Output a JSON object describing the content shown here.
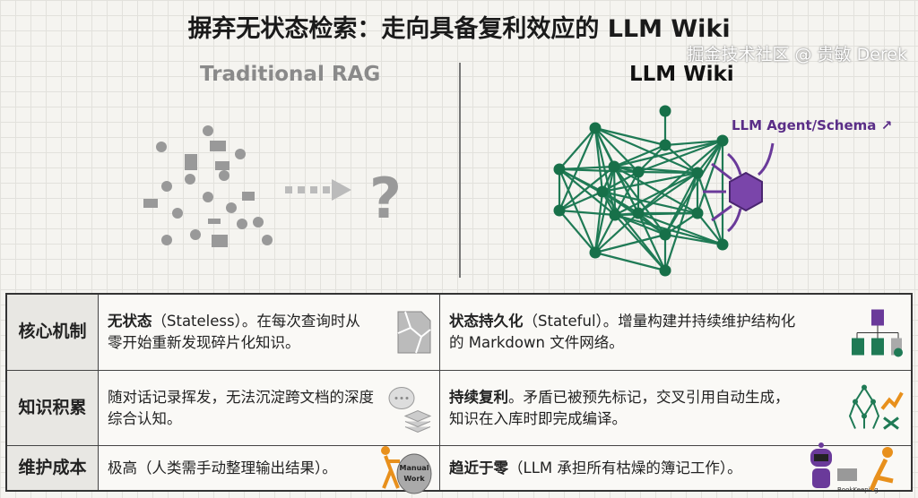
{
  "title": "摒弃无状态检索：走向具备复利效应的 LLM Wiki",
  "left_heading": "Traditional RAG",
  "right_heading": "LLM Wiki",
  "agent_label": "LLM Agent/Schema ↗",
  "question_mark": "?",
  "colors": {
    "green": "#1f7a55",
    "purple": "#6a3a9a",
    "heading_gray": "#8a8a8a"
  },
  "rows": [
    {
      "label": "核心机制",
      "left_bold": "无状态",
      "left_text": "（Stateless）。在每次查询时从零开始重新发现碎片化知识。",
      "left_icon": "broken-tiles-icon",
      "right_bold": "状态持久化",
      "right_text": "（Stateful）。增量构建并持续维护结构化的 Markdown 文件网络。",
      "right_icon": "document-tree-icon"
    },
    {
      "label": "知识积累",
      "left_bold": "",
      "left_text": "随对话记录挥发，无法沉淀跨文档的深度综合认知。",
      "left_icon": "chat-stack-icon",
      "right_bold": "持续复利",
      "right_text": "。矛盾已被预先标记，交叉引用自动生成，知识在入库时即完成编译。",
      "right_icon": "growth-tree-icon"
    },
    {
      "label": "维护成本",
      "left_bold": "",
      "left_text": "极高（人类需手动整理输出结果）。",
      "left_icon": "manual-work-icon",
      "left_icon_text": "Manual Work",
      "right_bold": "趋近于零",
      "right_text": "（LLM 承担所有枯燥的簿记工作）。",
      "right_icon": "robot-bookkeeping-icon",
      "right_icon_text": "BookKeeping"
    }
  ],
  "watermark": "掘金技术社区 @ 贵敏 Derek"
}
